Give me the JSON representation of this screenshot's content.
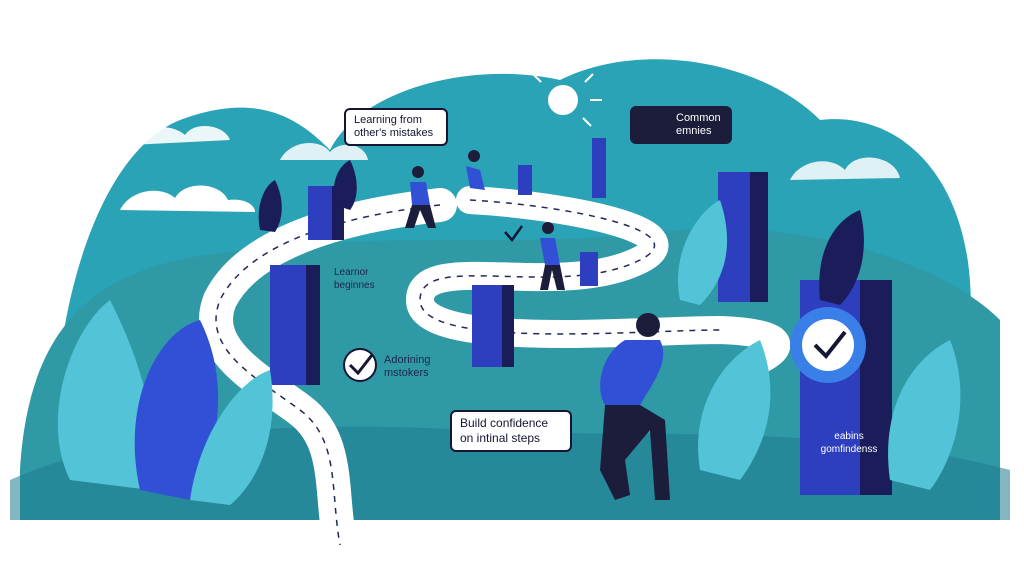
{
  "labels": {
    "learning_from": [
      "Learning from",
      "other's mistakes"
    ],
    "common": [
      "Common",
      "emnies"
    ],
    "learnor": [
      "Learnor",
      "beginnes"
    ],
    "adorining": [
      "Adorining",
      "mstokers"
    ],
    "build": [
      "Build confidence",
      "on intinal steps"
    ],
    "eabins": [
      "eabins",
      "gomfindenss"
    ]
  },
  "colors": {
    "sky_hill": "#2aa3b6",
    "ground": "#2f9aa6",
    "ground_dark": "#1f7c8f",
    "path": "#ffffff",
    "pillar": "#2d3fbf",
    "pillar_dark": "#1b1d5a",
    "leaf_light": "#53c3d8",
    "leaf_blue": "#3250d6",
    "navy": "#1b1d3a",
    "badge": "#3a7ee8"
  },
  "icons": [
    "sun-icon",
    "cloud-icon",
    "checkmark-icon",
    "badge-check-icon",
    "person-icon"
  ]
}
